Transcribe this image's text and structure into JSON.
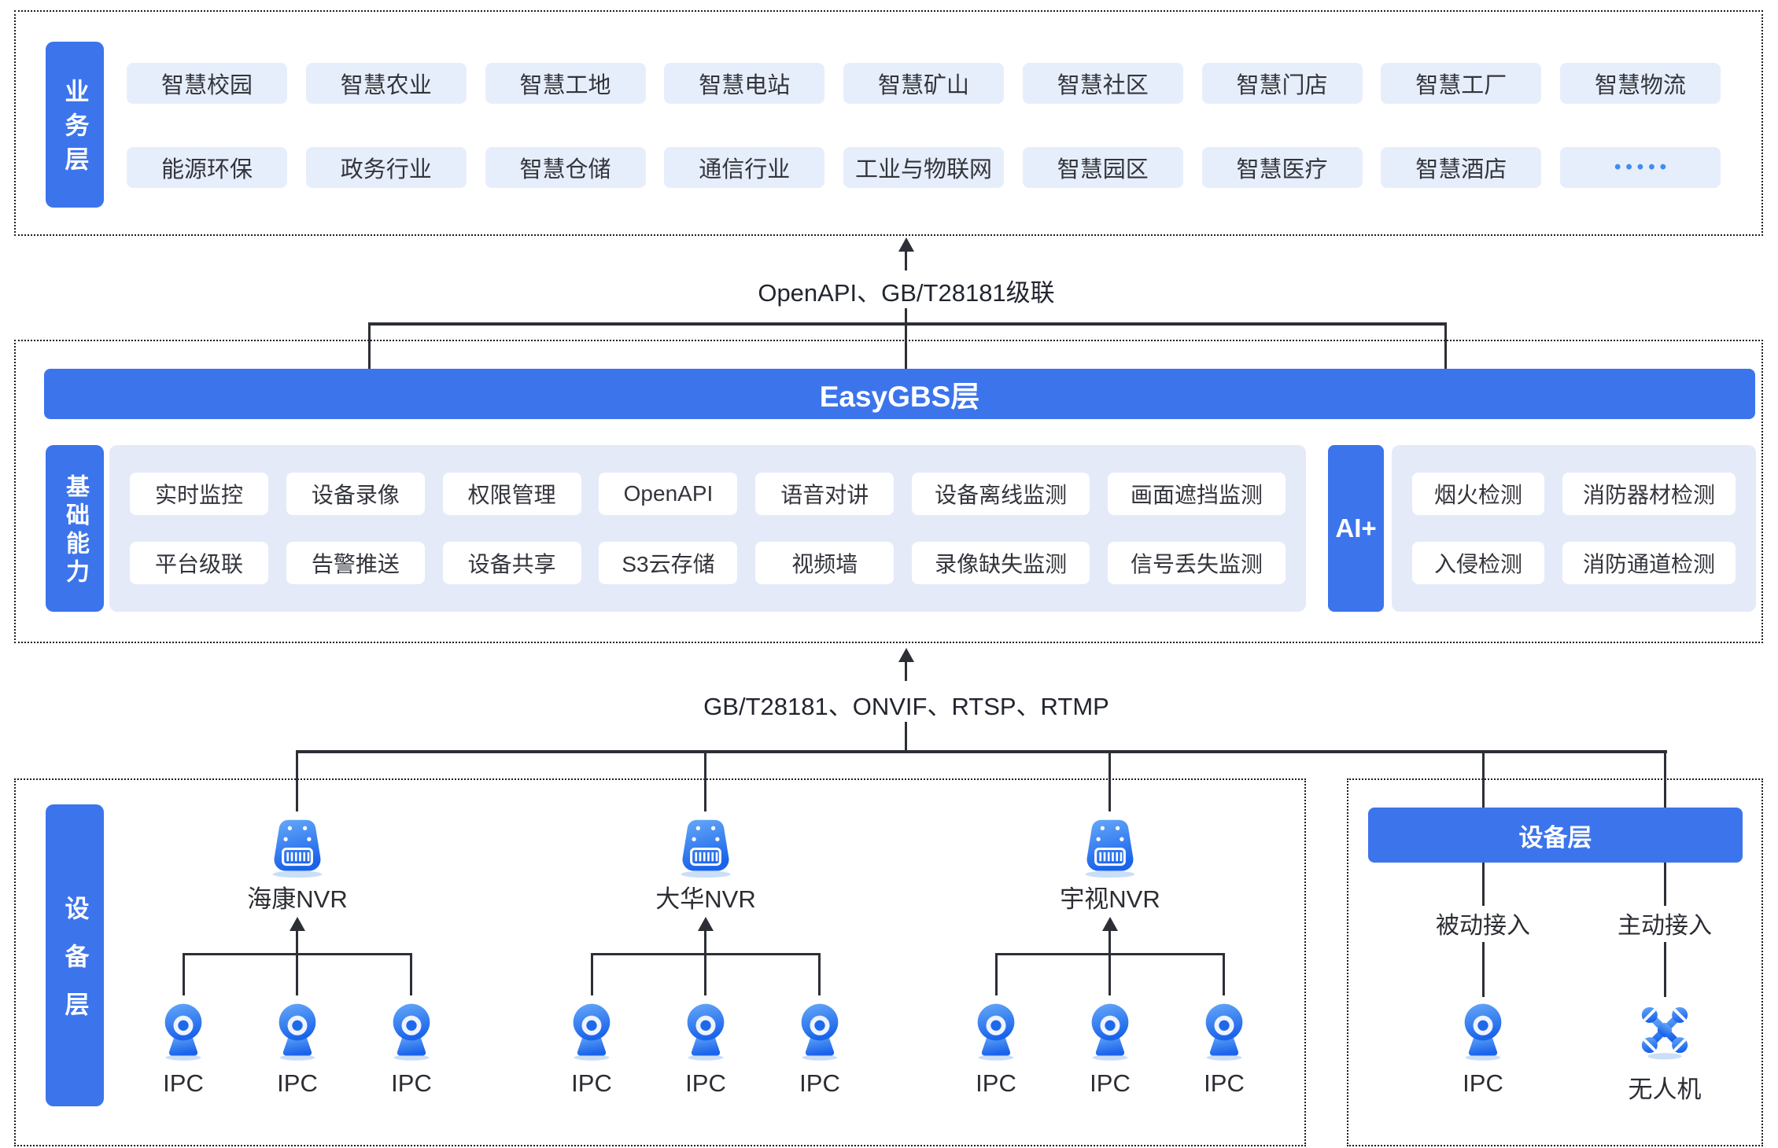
{
  "colors": {
    "primary_blue": "#3c74ec",
    "panel_blue": "#e4eaf8",
    "chip_blue": "#e7eefb",
    "line": "#2c2f36",
    "text": "#33353c"
  },
  "business": {
    "label": "业务层",
    "rows": [
      [
        "智慧校园",
        "智慧农业",
        "智慧工地",
        "智慧电站",
        "智慧矿山",
        "智慧社区",
        "智慧门店",
        "智慧工厂",
        "智慧物流"
      ],
      [
        "能源环保",
        "政务行业",
        "智慧仓储",
        "通信行业",
        "工业与物联网",
        "智慧园区",
        "智慧医疗",
        "智慧酒店",
        "•••••"
      ]
    ]
  },
  "top_link": {
    "label": "OpenAPI、GB/T28181级联"
  },
  "platform": {
    "title": "EasyGBS层",
    "side_label": "基础能力",
    "capabilities": [
      [
        "实时监控",
        "设备录像",
        "权限管理",
        "OpenAPI",
        "语音对讲",
        "设备离线监测",
        "画面遮挡监测"
      ],
      [
        "平台级联",
        "告警推送",
        "设备共享",
        "S3云存储",
        "视频墙",
        "录像缺失监测",
        "信号丢失监测"
      ]
    ],
    "ai_label": "AI+",
    "ai_capabilities": [
      [
        "烟火检测",
        "消防器材检测"
      ],
      [
        "入侵检测",
        "消防通道检测"
      ]
    ]
  },
  "bottom_link": {
    "label": "GB/T28181、ONVIF、RTSP、RTMP"
  },
  "devices": {
    "side_label": "设备层",
    "nvr_groups": [
      {
        "name": "海康NVR",
        "ipcs": [
          "IPC",
          "IPC",
          "IPC"
        ]
      },
      {
        "name": "大华NVR",
        "ipcs": [
          "IPC",
          "IPC",
          "IPC"
        ]
      },
      {
        "name": "宇视NVR",
        "ipcs": [
          "IPC",
          "IPC",
          "IPC"
        ]
      }
    ],
    "right_panel": {
      "title": "设备层",
      "columns": [
        {
          "mode": "被动接入",
          "device": "IPC"
        },
        {
          "mode": "主动接入",
          "device": "无人机"
        }
      ]
    }
  }
}
